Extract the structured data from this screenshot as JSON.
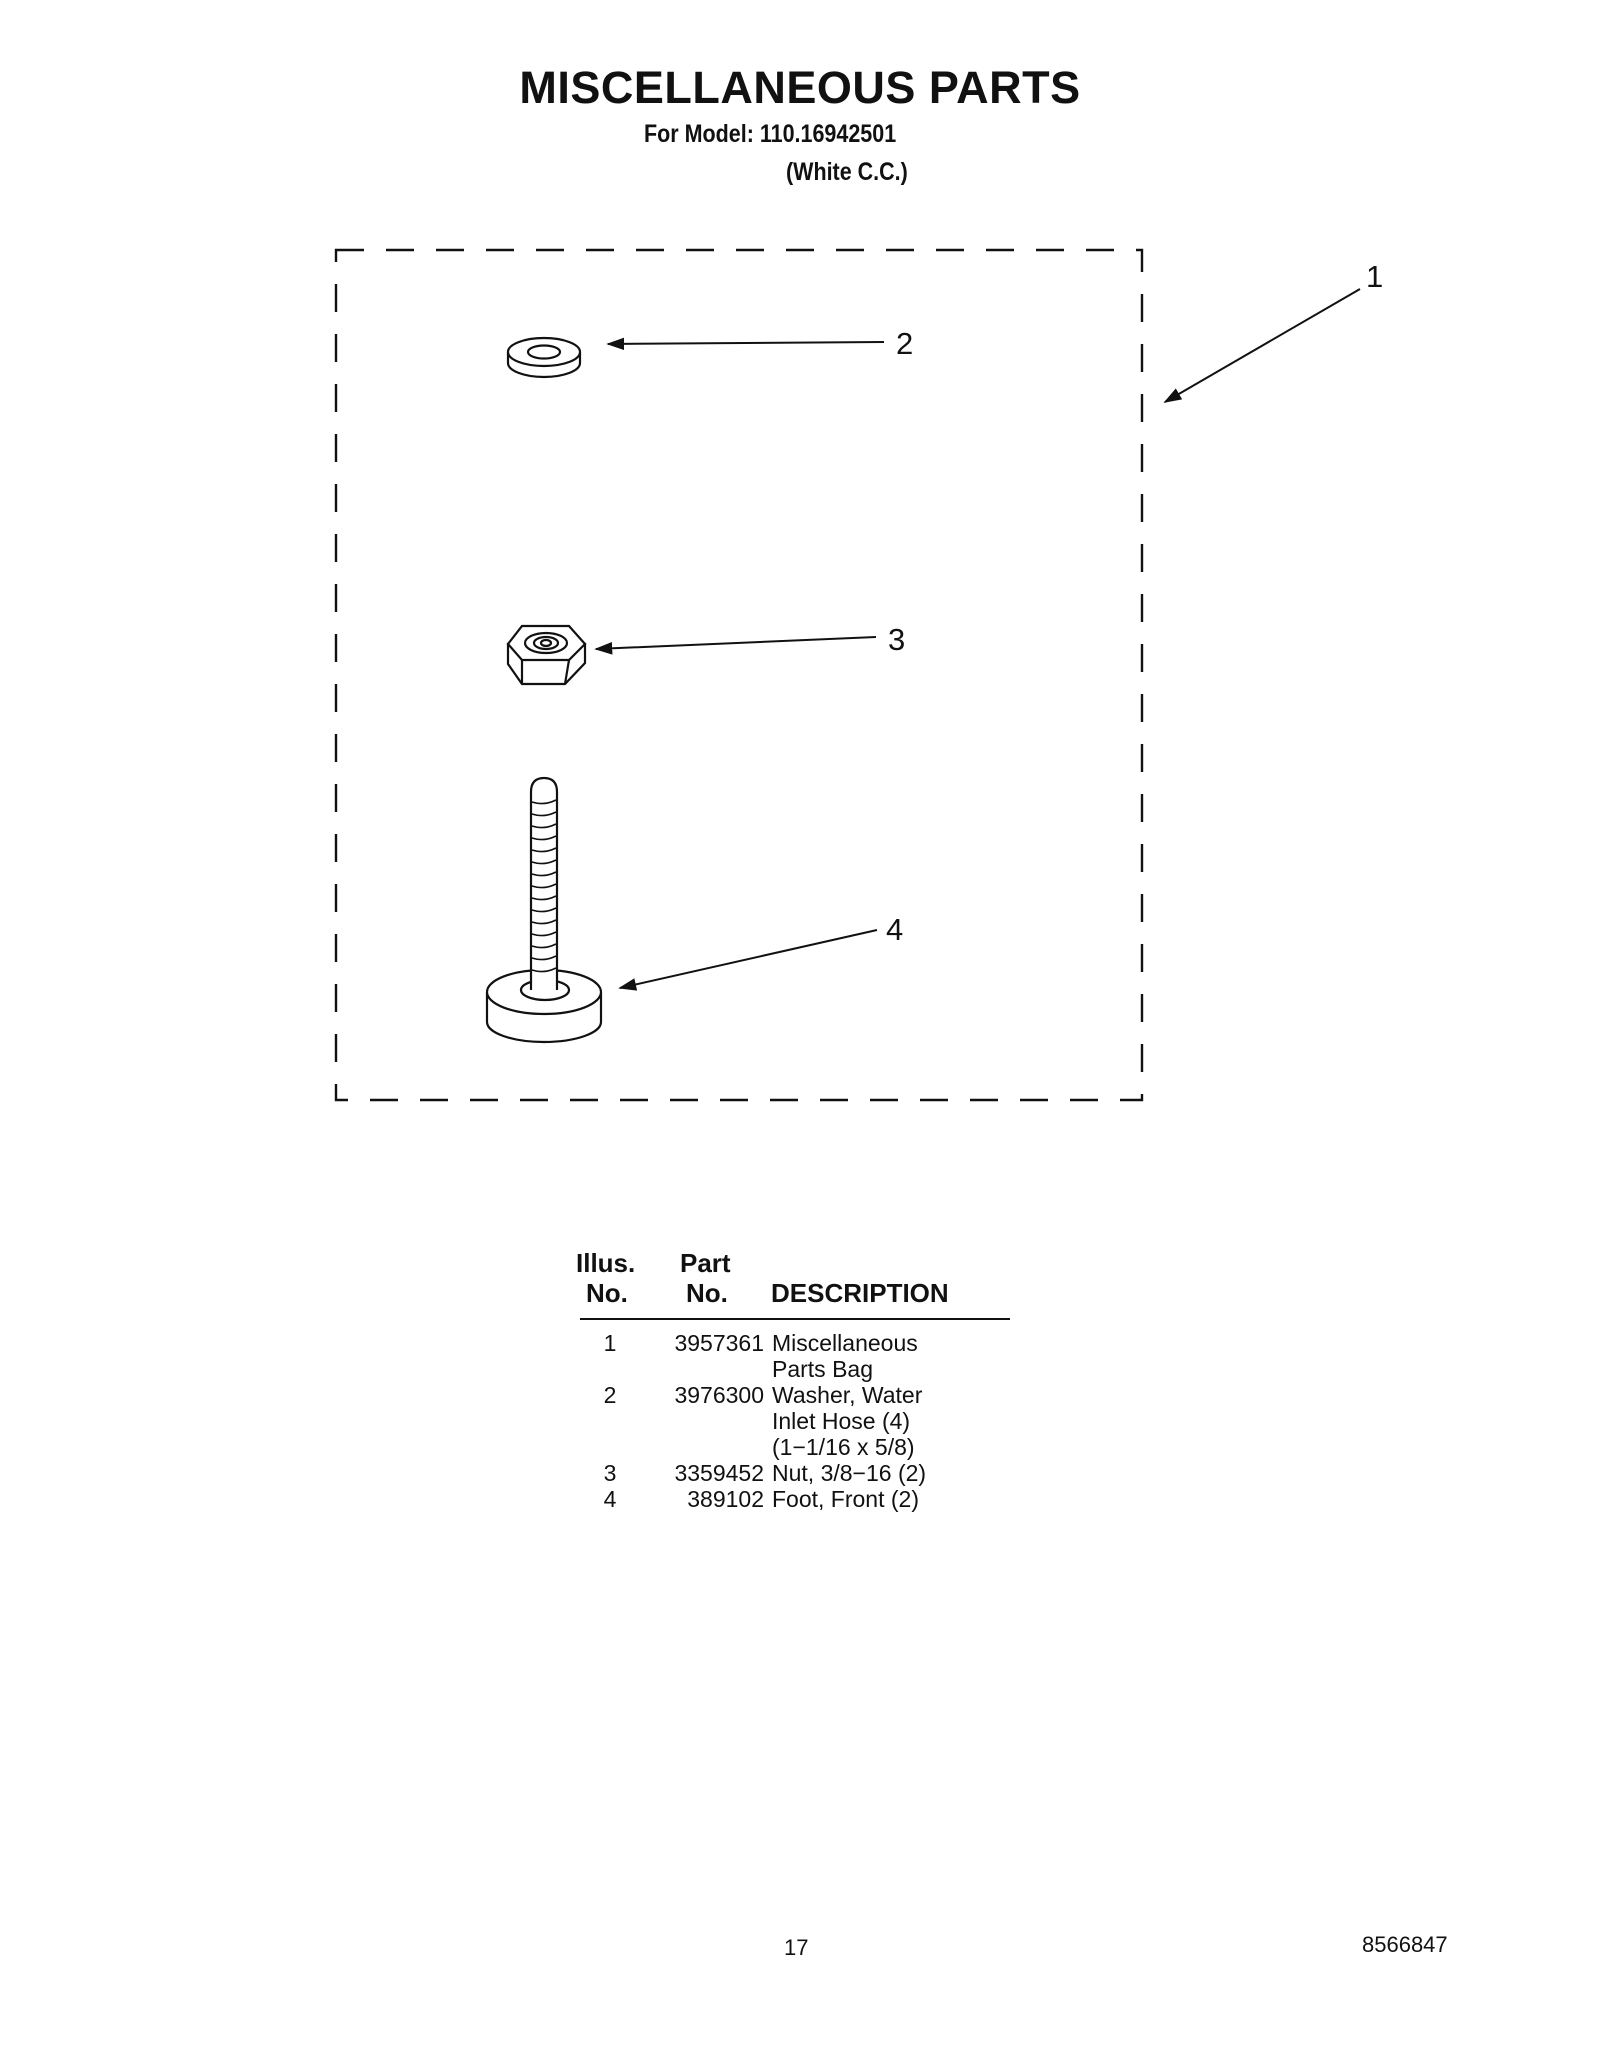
{
  "header": {
    "title": "MISCELLANEOUS PARTS",
    "model_line": "For Model: 110.16942501",
    "model_variant": "(White C.C.)"
  },
  "diagram": {
    "callouts": [
      "1",
      "2",
      "3",
      "4"
    ]
  },
  "parts_table": {
    "headers": {
      "illus_line1": "Illus.",
      "illus_line2": "No.",
      "part_line1": "Part",
      "part_line2": "No.",
      "description": "DESCRIPTION"
    },
    "rows": [
      {
        "illus": "1",
        "part": "3957361",
        "description": [
          "Miscellaneous",
          "Parts Bag"
        ]
      },
      {
        "illus": "2",
        "part": "3976300",
        "description": [
          "Washer, Water",
          "Inlet Hose (4)",
          "(1−1/16 x 5/8)"
        ]
      },
      {
        "illus": "3",
        "part": "3359452",
        "description": [
          "Nut, 3/8−16 (2)"
        ]
      },
      {
        "illus": "4",
        "part": "389102",
        "description": [
          "Foot, Front (2)"
        ]
      }
    ]
  },
  "footer": {
    "page_number": "17",
    "document_number": "8566847"
  }
}
